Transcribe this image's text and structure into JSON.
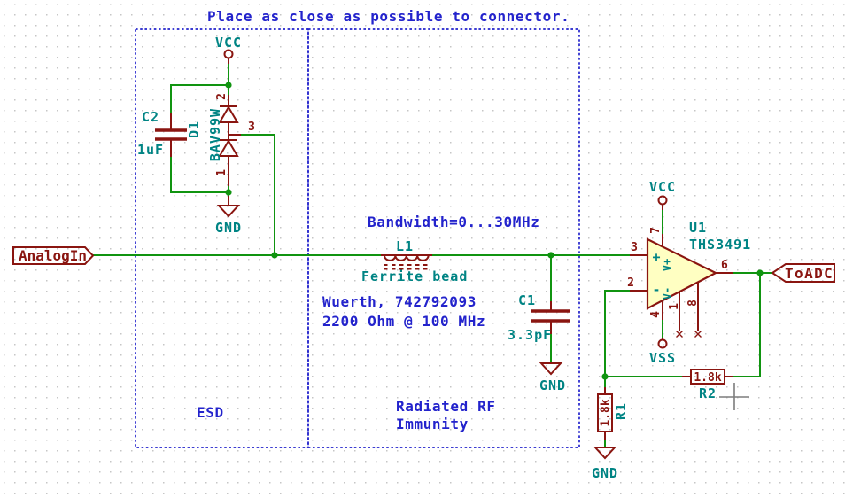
{
  "notes": {
    "title": "Place as close as possible to connector.",
    "bandwidth": "Bandwidth=0...30MHz",
    "part_line1": "Wuerth, 742792093",
    "part_line2": "2200 Ohm @ 100 MHz",
    "esd_label": "ESD",
    "rf_label_line1": "Radiated RF",
    "rf_label_line2": "Immunity"
  },
  "ports": {
    "input_label": "AnalogIn",
    "output_label": "ToADC"
  },
  "power": {
    "vcc_d1": "VCC",
    "gnd_d1": "GND",
    "vcc_u1": "VCC",
    "vss_u1": "VSS",
    "gnd_c1": "GND",
    "gnd_r1": "GND"
  },
  "components": {
    "c2": {
      "ref": "C2",
      "value": "1uF"
    },
    "d1": {
      "ref": "D1",
      "value": "BAV99W",
      "pin1": "1",
      "pin2": "2",
      "pin3": "3"
    },
    "l1": {
      "ref": "L1",
      "value": "Ferrite bead"
    },
    "c1": {
      "ref": "C1",
      "value": "3.3pF"
    },
    "u1": {
      "ref": "U1",
      "value": "THS3491",
      "pin1": "1",
      "pin2": "2",
      "pin3": "3",
      "pin4": "4",
      "pin6": "6",
      "pin7": "7",
      "pin8": "8",
      "marker_plus": "+",
      "marker_minus": "-",
      "marker_vplus": "V+",
      "marker_vminus": "V-"
    },
    "r1": {
      "ref": "R1",
      "value": "1.8k"
    },
    "r2": {
      "ref": "R2",
      "value": "1.8k"
    }
  },
  "colors": {
    "wire_green": "#109410",
    "symbol_dark_red": "#8a1510",
    "field_teal": "#008484",
    "note_blue": "#2323cc",
    "opamp_fill": "#ffffc2",
    "grid_dot": "#c6c6c6",
    "cursor_gray": "#7d7d7d"
  }
}
